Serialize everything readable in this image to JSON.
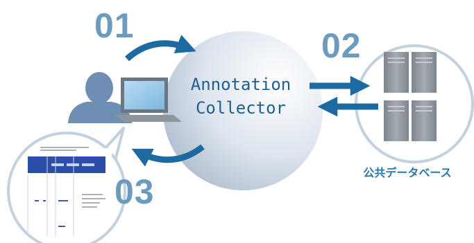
{
  "steps": {
    "step1": "01",
    "step2": "02",
    "step3": "03"
  },
  "collector": {
    "line1": "Annotation",
    "line2": "Collector"
  },
  "database": {
    "label": "公共データベース"
  },
  "colors": {
    "accent_number": "#6d9bbd",
    "arrow": "#1d6aa0",
    "collector_text": "#1f5f8f",
    "circle_outline": "#c3d1de",
    "server_gray": "#8f969d",
    "person": "#6e8fb3"
  },
  "icons": [
    "user-icon",
    "laptop-icon",
    "server-icon",
    "document-preview",
    "cycle-arrow-icon",
    "exchange-arrow-icon"
  ]
}
